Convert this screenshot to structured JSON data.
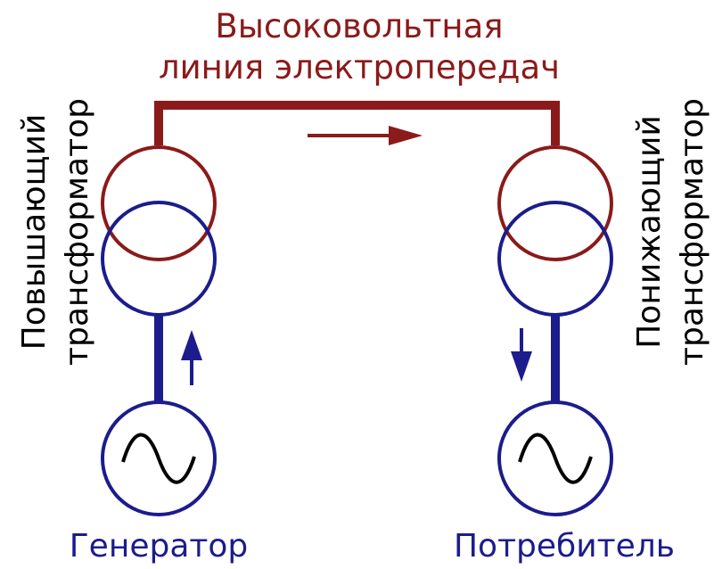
{
  "title": {
    "line1": "Высоковольтная",
    "line2": "линия электропередач"
  },
  "step_up_transformer": {
    "line1": "Повышающий",
    "line2": "трансформатор"
  },
  "step_down_transformer": {
    "line1": "Понижающий",
    "line2": "трансформатор"
  },
  "generator_label": "Генератор",
  "consumer_label": "Потребитель",
  "colors": {
    "high_voltage": "#8b1a1a",
    "low_voltage": "#1c1c8c",
    "text": "#000000",
    "background": "#ffffff"
  },
  "icons": {
    "transformer": "two-overlapping-circles",
    "ac_source": "circle-with-sine-wave",
    "flow_direction": "arrow"
  }
}
